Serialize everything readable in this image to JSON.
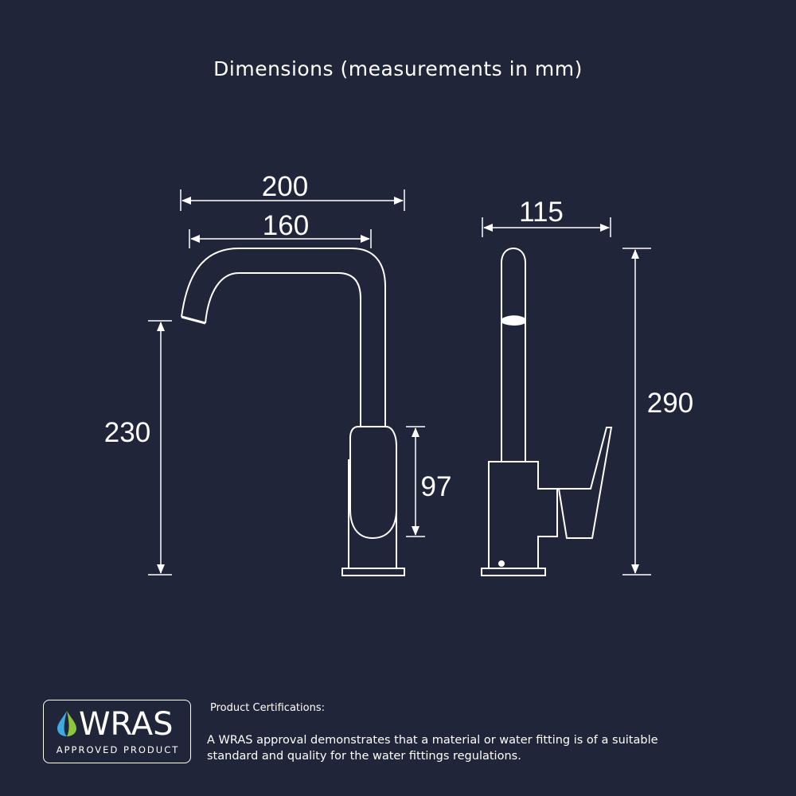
{
  "title": "Dimensions (measurements in mm)",
  "dimensions": {
    "overall_reach": "200",
    "spout_reach": "160",
    "side_depth": "115",
    "spout_height": "230",
    "body_height": "97",
    "overall_height": "290"
  },
  "badge": {
    "word": "WRAS",
    "sub": "APPROVED PRODUCT",
    "drop_colors": [
      "#3fa9e0",
      "#8cc63f"
    ]
  },
  "certification": {
    "heading": "Product Certifications:",
    "body": "A WRAS approval demonstrates that a material or water fitting is of a suitable standard and quality for the water fittings regulations."
  },
  "colors": {
    "background": "#212539",
    "line": "#ffffff"
  }
}
